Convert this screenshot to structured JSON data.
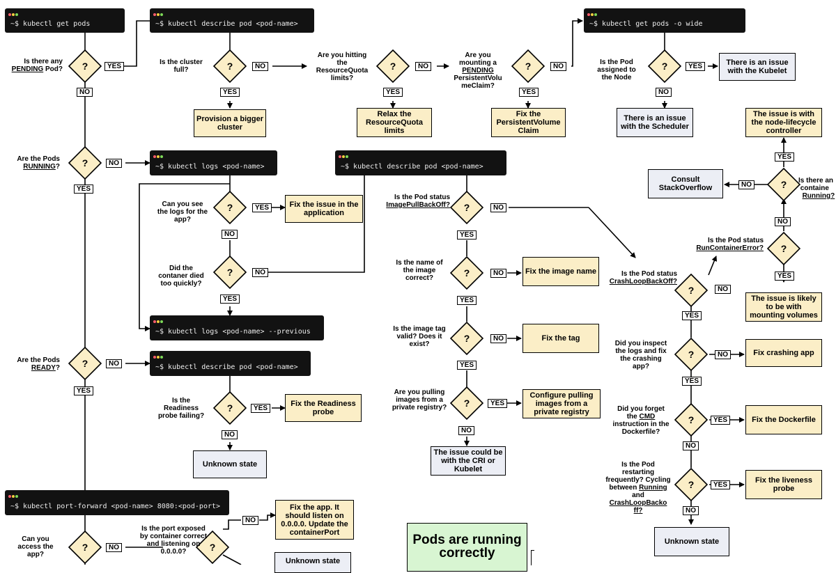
{
  "colors": {
    "terminal_bg": "#121212",
    "fix_box": "#fbeec7",
    "info_box": "#eceef5",
    "diamond": "#fbeec7",
    "final_box": "#d8f5d2",
    "dot_red": "#ff5d6c",
    "dot_yellow": "#f4d03f",
    "dot_green": "#7ed957"
  },
  "commands": {
    "get_pods": "~$ kubectl get pods",
    "describe_1": "~$ kubectl describe pod <pod-name>",
    "wide": "~$ kubectl get pods -o wide",
    "logs": "~$ kubectl logs <pod-name>",
    "describe_2": "~$ kubectl describe pod <pod-name>",
    "logs_prev": "~$ kubectl logs <pod-name> --previous",
    "describe_3": "~$ kubectl describe pod <pod-name>",
    "port_forward": "~$ kubectl port-forward <pod-name> 8080:<pod-port>"
  },
  "questions": {
    "pending": [
      "Is there any",
      "PENDING",
      "Pod?"
    ],
    "cluster_full": "Is the cluster full?",
    "quota": "Are you hitting the ResourceQuota limits?",
    "pvc": [
      "Are you mounting a",
      "PENDING",
      "PersistentVolu meClaim?"
    ],
    "assigned": "Is the Pod assigned to the Node",
    "running": [
      "Are the Pods",
      "RUNNING",
      "?"
    ],
    "see_logs": "Can you see the logs for the app?",
    "died": "Did the contaner died too quickly?",
    "ready": [
      "Are the Pods",
      "READY",
      "?"
    ],
    "readiness": "Is the Readiness probe failing?",
    "access": "Can you access the app?",
    "port": "Is the port exposed by container correct and listening on 0.0.0.0?",
    "imagepull": [
      "Is the Pod status",
      "ImagePullBackOff?"
    ],
    "image_name": "Is the name of the image correct?",
    "image_tag": "Is the image tag valid? Does it exist?",
    "private": "Are you pulling images from a private registry?",
    "crashloop": [
      "Is the Pod status",
      "CrashLoopBackOff?"
    ],
    "runerror": [
      "Is the Pod status",
      "RunContainerError?"
    ],
    "containers": [
      "Is there an",
      "containe",
      "Running?"
    ],
    "inspect_logs": "Did you inspect the logs and fix the crashing app?",
    "cmd": [
      "Did you forget the",
      "CMD",
      "instruction in the Dockerfile?"
    ],
    "restarting": [
      "Is the Pod restarting frequently? Cycling between",
      "Running",
      "and",
      "CrashLoopBacko ff",
      "?"
    ]
  },
  "boxes": {
    "bigger_cluster": "Provision a bigger cluster",
    "relax_quota": "Relax the ResourceQuota limits",
    "fix_pvc": "Fix the PersistentVolume Claim",
    "kubelet_issue": "There is an issue with the Kubelet",
    "scheduler_issue": "There is an issue with the Scheduler",
    "fix_app": "Fix the issue in the application",
    "fix_readiness": "Fix the Readiness probe",
    "unknown_1": "Unknown state",
    "fix_image_name": "Fix the image name",
    "fix_tag": "Fix the tag",
    "private_registry": "Configure pulling images from a private registry",
    "cri_kubelet": "The issue could be with the CRI or Kubelet",
    "node_lifecycle": "The issue is with the node-lifecycle controller",
    "stackoverflow": "Consult StackOverflow",
    "mounting_volumes": "The issue is likely to be with mounting volumes",
    "fix_crashing": "Fix crashing app",
    "fix_dockerfile": "Fix the Dockerfile",
    "fix_liveness": "Fix the liveness probe",
    "unknown_2": "Unknown state",
    "fix_listen": "Fix the app. It should listen on 0.0.0.0. Update the containerPort",
    "unknown_3": "Unknown state",
    "pods_running": "Pods are running correctly"
  },
  "labels": {
    "yes": "YES",
    "no": "NO",
    "mark": "?"
  }
}
